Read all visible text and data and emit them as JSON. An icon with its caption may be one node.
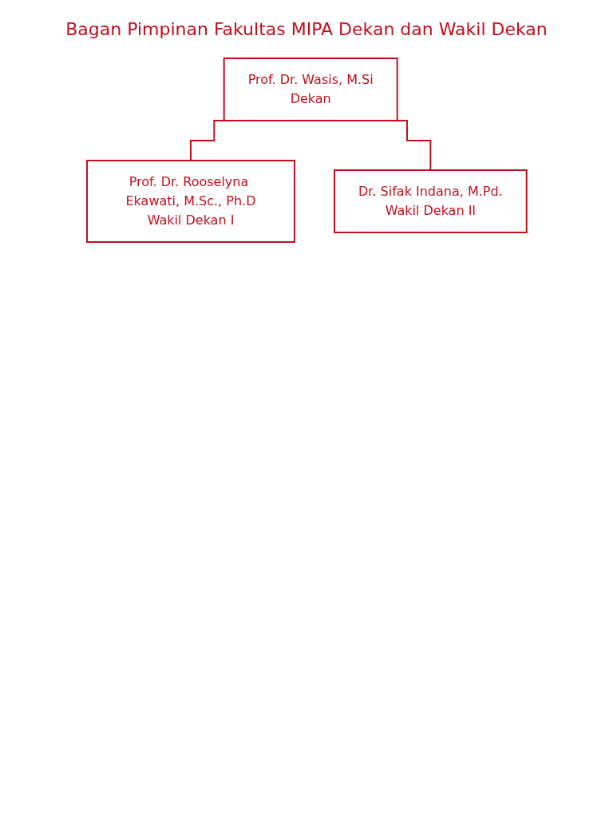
{
  "diagram": {
    "title": "Bagan Pimpinan Fakultas MIPA Dekan dan Wakil Dekan",
    "nodes": [
      {
        "text": [
          "Prof. Dr. Wasis, M.Si",
          "Dekan"
        ]
      },
      {
        "text": [
          "Prof. Dr. Rooselyna Ekawati, M.Sc., Ph.D",
          "Wakil Dekan I"
        ]
      },
      {
        "text": [
          "Dr. Sifak Indana, M.Pd.",
          "Wakil Dekan II"
        ]
      }
    ],
    "edges": [
      {
        "from": 0,
        "to": 1,
        "arrow": "none"
      },
      {
        "from": 0,
        "to": 2,
        "arrow": "none"
      }
    ]
  }
}
